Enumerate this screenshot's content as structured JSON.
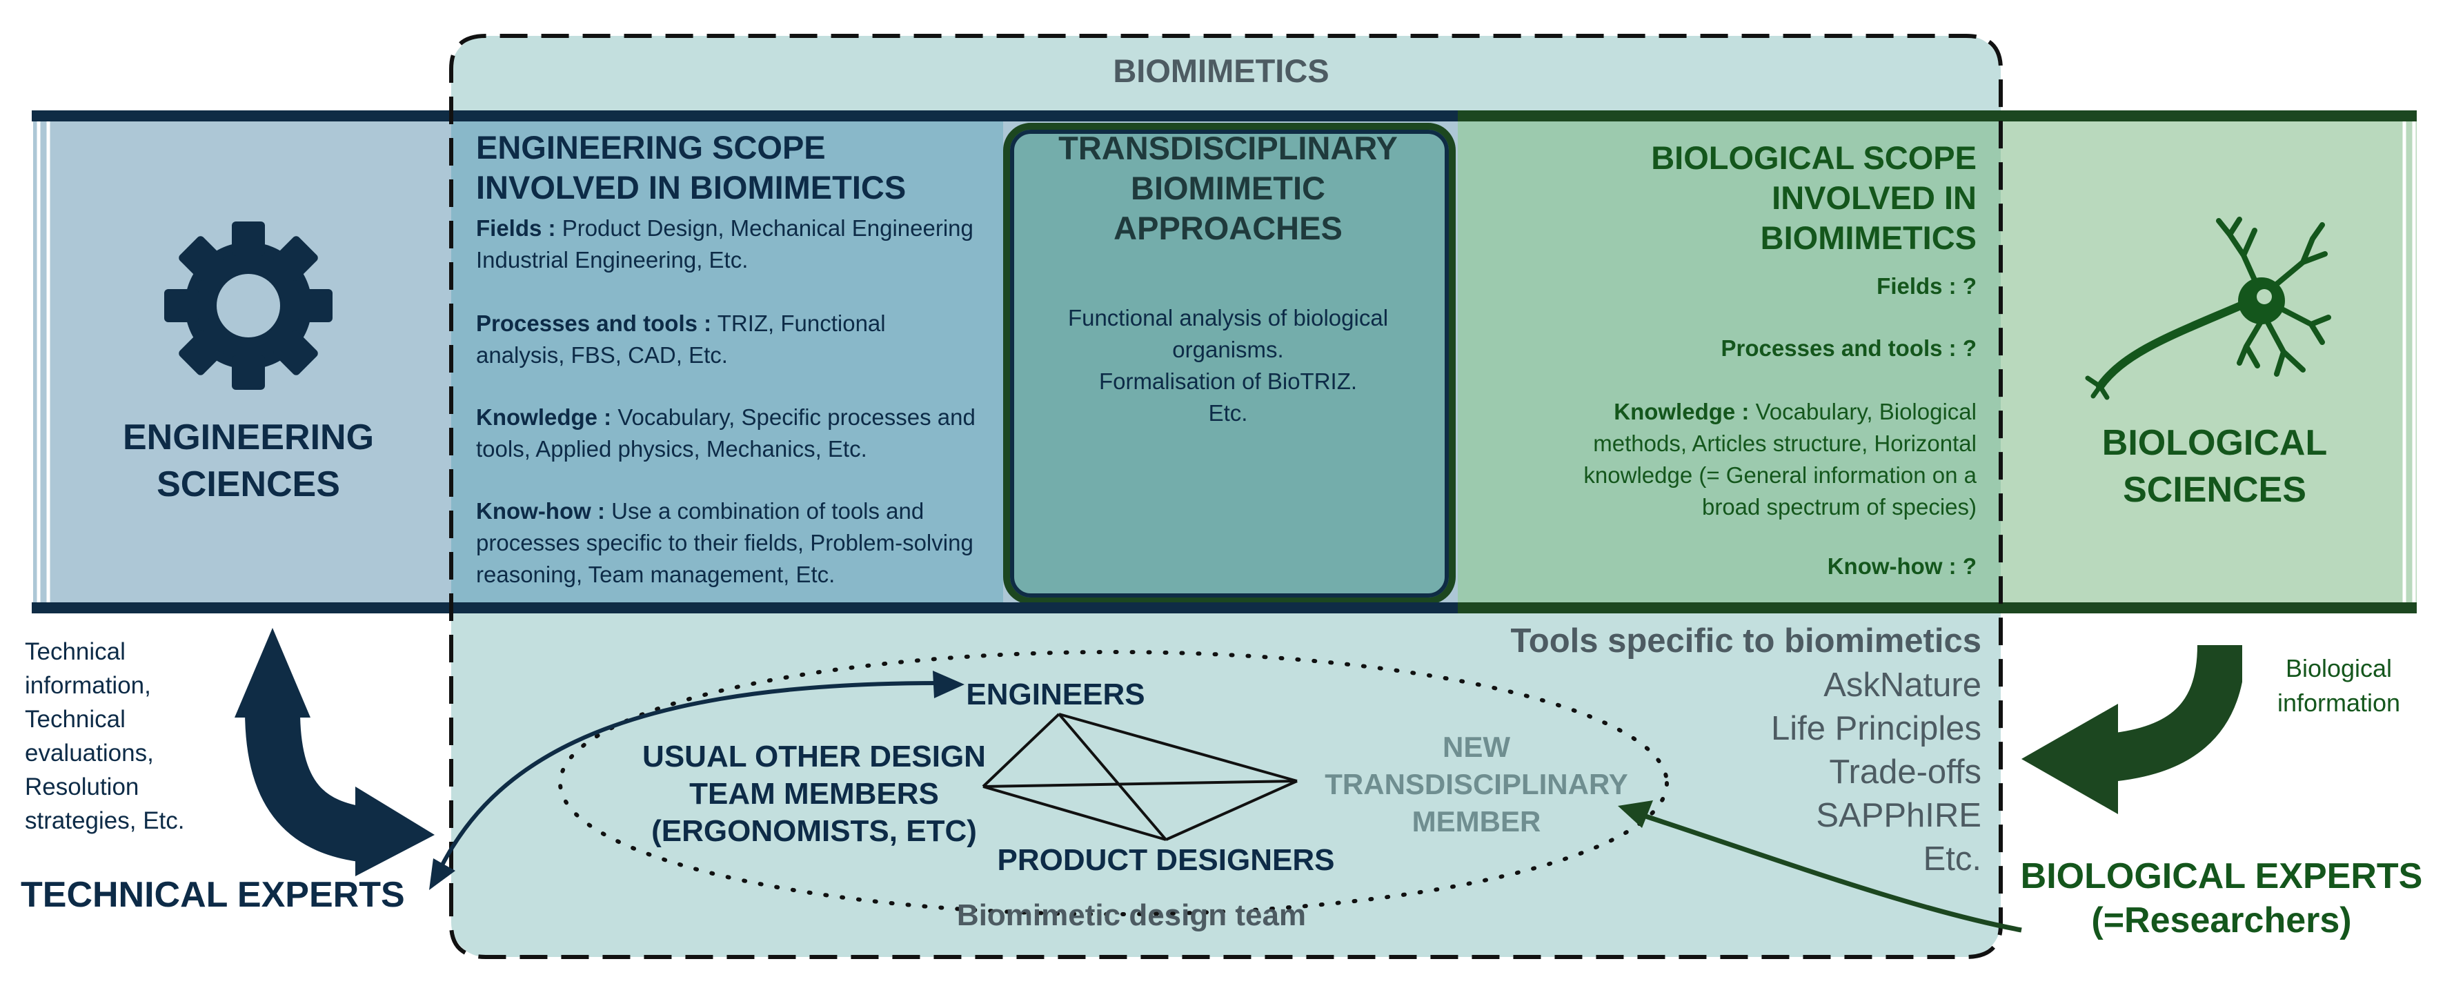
{
  "title": "BIOMIMETICS",
  "engineering": {
    "label": "ENGINEERING\nSCIENCES",
    "scope_title": "ENGINEERING SCOPE\nINVOLVED IN BIOMIMETICS",
    "fields_label": "Fields :",
    "fields_text": "Product Design, Mechanical Engineering Industrial Engineering, Etc.",
    "processes_label": "Processes and tools :",
    "processes_text": "TRIZ, Functional analysis, FBS, CAD, Etc.",
    "knowledge_label": "Knowledge :",
    "knowledge_text": "Vocabulary, Specific processes and tools, Applied physics, Mechanics, Etc.",
    "knowhow_label": "Know-how :",
    "knowhow_text": "Use a combination of tools and processes specific to their fields, Problem-solving reasoning, Team management, Etc."
  },
  "transdisciplinary": {
    "title": "TRANSDISCIPLINARY\nBIOMIMETIC\nAPPROACHES",
    "text": "Functional analysis of biological\norganisms.\nFormalisation of BioTRIZ.\nEtc."
  },
  "biological": {
    "scope_title": "BIOLOGICAL SCOPE\nINVOLVED IN\nBIOMIMETICS",
    "fields": "Fields : ?",
    "processes": "Processes and tools : ?",
    "knowledge_label": "Knowledge :",
    "knowledge_text": "Vocabulary, Biological\nmethods, Articles structure, Horizontal\nknowledge (= General information on a\nbroad spectrum  of species)",
    "knowhow": "Know-how : ?",
    "label": "BIOLOGICAL\nSCIENCES"
  },
  "left_side": {
    "info": "Technical\ninformation,\nTechnical\nevaluations,\nResolution\nstrategies, Etc.",
    "experts": "TECHNICAL EXPERTS"
  },
  "right_side": {
    "info": "Biological\ninformation",
    "experts": "BIOLOGICAL EXPERTS\n(=Researchers)"
  },
  "team": {
    "engineers": "ENGINEERS",
    "usual": "USUAL OTHER DESIGN\nTEAM MEMBERS\n(ERGONOMISTS, ETC)",
    "product_designers": "PRODUCT DESIGNERS",
    "new_member": "NEW\nTRANSDISCIPLINARY\nMEMBER",
    "team_label": "Biomimetic design team"
  },
  "tools": {
    "title": "Tools specific to biomimetics",
    "items": [
      "AskNature",
      "Life Principles",
      "Trade-offs",
      "SAPPhIRE",
      "Etc."
    ]
  },
  "colors": {
    "navy": "#0d2b47",
    "green": "#14561c",
    "engineering_band": "#adc7d6",
    "biological_band": "#b9d9bd",
    "biomimetics_bg": "#c3dfde"
  }
}
